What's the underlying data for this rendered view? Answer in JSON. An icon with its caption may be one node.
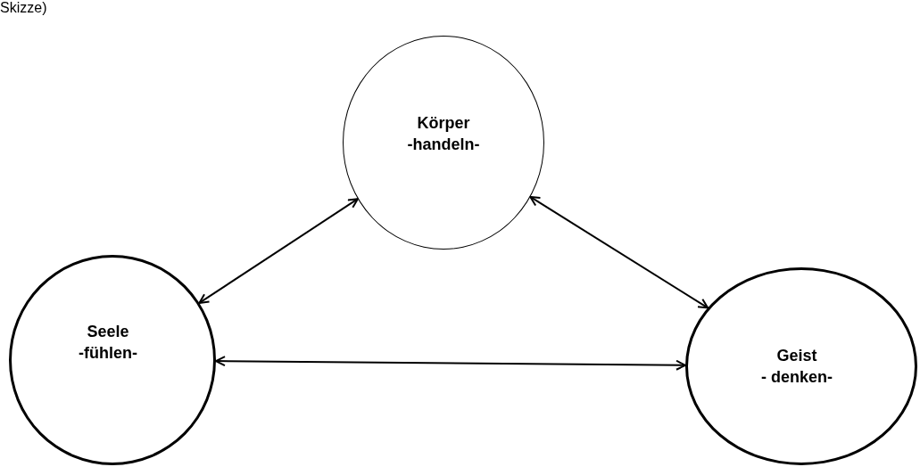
{
  "diagram": {
    "nodes": [
      {
        "text": [
          "Körper",
          "-handeln-"
        ]
      },
      {
        "text": [
          "Seele",
          "-fühlen-"
        ]
      },
      {
        "text": [
          "Geist",
          "- denken-"
        ]
      }
    ],
    "edges": [
      {
        "from": 1,
        "to": 0,
        "arrow": "both"
      },
      {
        "from": 0,
        "to": 2,
        "arrow": "both"
      },
      {
        "from": 1,
        "to": 2,
        "arrow": "both"
      }
    ],
    "labels": [
      "Skizze)"
    ]
  }
}
